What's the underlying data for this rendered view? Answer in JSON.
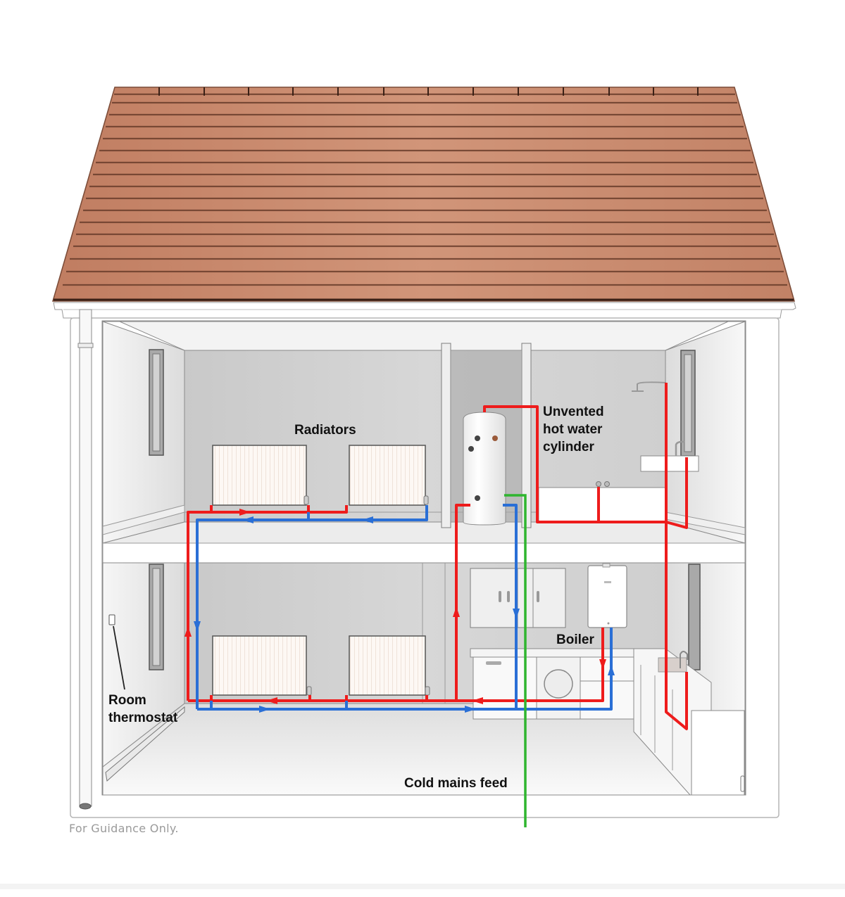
{
  "diagram": {
    "type": "house-heating-system-cutaway",
    "labels": {
      "radiators": "Radiators",
      "cylinder_line1": "Unvented",
      "cylinder_line2": "hot water",
      "cylinder_line3": "cylinder",
      "boiler": "Boiler",
      "thermostat_line1": "Room",
      "thermostat_line2": "thermostat",
      "cold_mains": "Cold mains feed"
    },
    "footer": "For Guidance Only.",
    "colors": {
      "hot_pipe": "#ee1c1c",
      "return_pipe": "#2a6fd6",
      "cold_mains_pipe": "#2fb52f",
      "roof_tile": "#c4866a",
      "roof_line": "#6b3e2c",
      "wall": "#d4d4d4",
      "floor": "#eeeeee",
      "outline": "#8a8a8a"
    },
    "components": [
      {
        "name": "Radiators",
        "count": 4,
        "floors": [
          "first",
          "ground"
        ]
      },
      {
        "name": "Unvented hot water cylinder",
        "floor": "first"
      },
      {
        "name": "Boiler",
        "floor": "ground"
      },
      {
        "name": "Room thermostat",
        "floor": "ground"
      },
      {
        "name": "Cold mains feed",
        "floor": "ground"
      }
    ]
  }
}
